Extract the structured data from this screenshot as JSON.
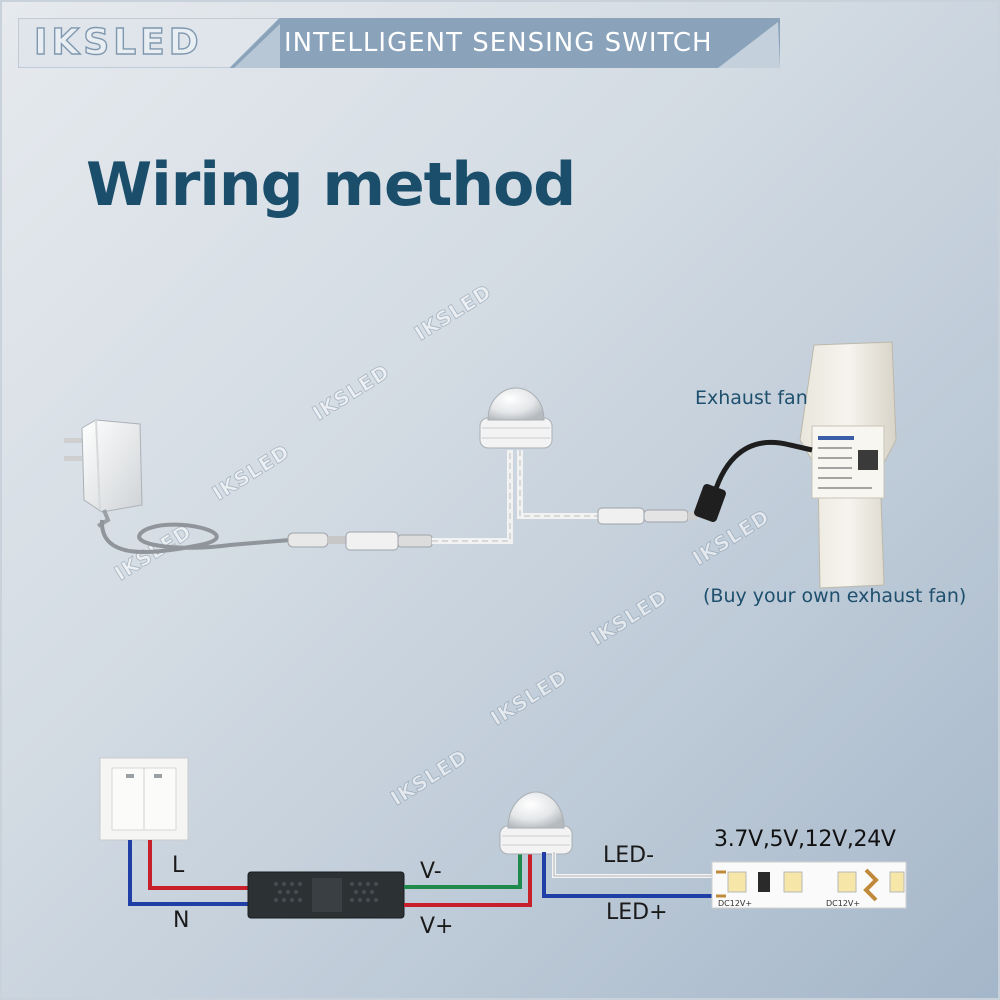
{
  "banner": {
    "brand": "IKSLED",
    "title": "INTELLIGENT SENSING SWITCH"
  },
  "heading": "Wiring method",
  "diagram1": {
    "fan_label": "Exhaust fan",
    "fan_note": "(Buy your own exhaust fan)"
  },
  "diagram2": {
    "line_label": "L",
    "neutral_label": "N",
    "v_minus": "V-",
    "v_plus": "V+",
    "led_minus": "LED-",
    "led_plus": "LED+",
    "voltages": "3.7V,5V,12V,24V",
    "strip_marking": "DC12V+"
  },
  "watermark": "IKSLED",
  "colors": {
    "heading": "#1b4e6b",
    "wire_red": "#c8202a",
    "wire_blue": "#1f3fa6",
    "wire_green": "#1f8a4c",
    "wire_white": "#f4f4f4"
  }
}
